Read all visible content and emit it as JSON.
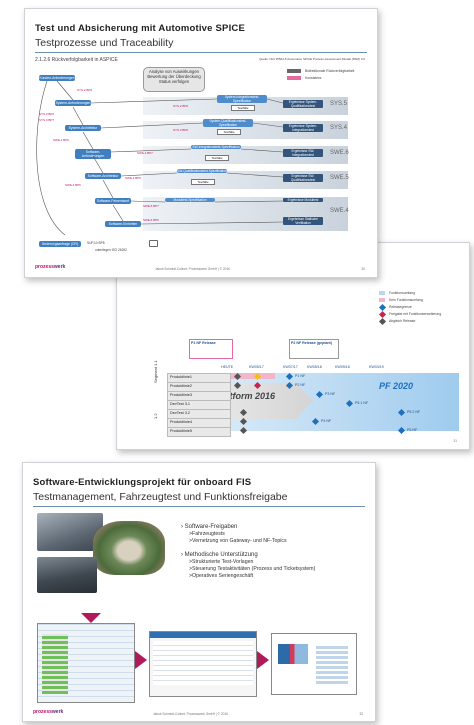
{
  "slide1": {
    "title": "Test und Absicherung mit Automotive SPICE",
    "subtitle": "Testprozesse und Traceability",
    "section": "2.1.2.6 Rückverfolgbarkeit in ASPICE",
    "source_note": "Quelle: ISO 15504-5 Automotive SPICE Prozess-Assessment-Modell (PAM) 3.0",
    "callout": "Analyse von Auswirkungen Bewertung der Überdeckung Status verfolgen",
    "legend": [
      "Bidirektionale Rückverfolgbarkeit",
      "Konsistenz"
    ],
    "left_boxes": [
      "Kunden-Anforderungen",
      "System-Anforderungen",
      "System-Architektur",
      "Software-Anforderungen",
      "Software-Architektur",
      "Software-Feinentwurf",
      "Software-Einheiten"
    ],
    "mid_boxes": [
      "System-Integrationstest-Spezifikation",
      "System-Qualifikationstest-Spezifikation",
      "SW-Integrationstest-Spezifikation",
      "SW-Qualifikationstest-Spezifikation",
      "Modultest-Spezifikation"
    ],
    "right_boxes": [
      "Ergebnisse System-Qualifikationstest",
      "Ergebnisse System-Integrationstest",
      "Ergebnisse SW-Integrationstest",
      "Ergebnisse SW-Qualifikationstest",
      "Ergebnisse Modultest",
      "Ergebnisse Statische Verifikation"
    ],
    "levels": [
      "SYS.5",
      "SYS.4",
      "SWE.6",
      "SWE.5",
      "SWE.4"
    ],
    "testfall": "Testfälle",
    "bp_labels": [
      "SYS.2 BP6",
      "SYS.3 BP6",
      "SYS.3 BP7",
      "SWE.1 BP6",
      "SWE.2 BP7",
      "SWE.3 BP5",
      "SWE.4 BP5",
      "SWE.5 BP7",
      "SWE.6 BP5"
    ],
    "bottom_box": "Änderungsanfrage (CR)",
    "bottom_notes": [
      "SUP.10 BP8",
      "unterliegen ISO 26262"
    ],
    "footer": "Jakob Schmidt-Colinet, Prozesswerk GmbH | © 2016",
    "page": "30",
    "logo_a": "prozess",
    "logo_b": "werk"
  },
  "slide2": {
    "legend": [
      "Funktionsumfang",
      "Kein Funktionsumfang",
      "Releasegrenze",
      "Freigabe mit Funktionserweiterung",
      "Abgleich Release"
    ],
    "release_boxes": [
      "P1 NF Release",
      "P2 NF Release (geplant)"
    ],
    "columns": [
      "HEUTE",
      "KW05/17",
      "KW07/17",
      "KW05/18",
      "KW09/18",
      "KW03/19"
    ],
    "groups": [
      "Segment 1.1",
      "1.2"
    ],
    "rows": [
      "Produktlinie1",
      "Produktlinie2",
      "Produktlinie3",
      "DevTest 3.1",
      "DevTest 3.2",
      "Produktlinie4",
      "Produktlinie5"
    ],
    "platform_2016": "Plattform 2016",
    "pf_2020": "PF 2020",
    "markers": [
      "P1 NF",
      "P2 NF",
      "P3 NF",
      "P4 NF",
      "P5 NF",
      "P5.1 NF",
      "P5.2 NF"
    ],
    "page": "31"
  },
  "slide3": {
    "title": "Software-Entwicklungsprojekt für onboard FIS",
    "subtitle": "Testmanagement, Fahrzeugtest und Funktionsfreigabe",
    "bullet1": "Software-Freigaben",
    "bullet1_items": [
      ">Fahrzeugtests",
      ">Vernetzung von Gateway- und NF-Topics"
    ],
    "bullet2": "Methodische Unterstützung",
    "bullet2_items": [
      ">Strukturierte Test-Vorlagen",
      ">Steuerung Testaktivitäten (Prozess und Ticketsystem)",
      ">Operatives Seriengeschäft"
    ],
    "footer": "Jakob Schmidt-Colinet, Prozesswerk GmbH | © 2016",
    "page": "32",
    "logo_a": "prozess",
    "logo_b": "werk"
  }
}
